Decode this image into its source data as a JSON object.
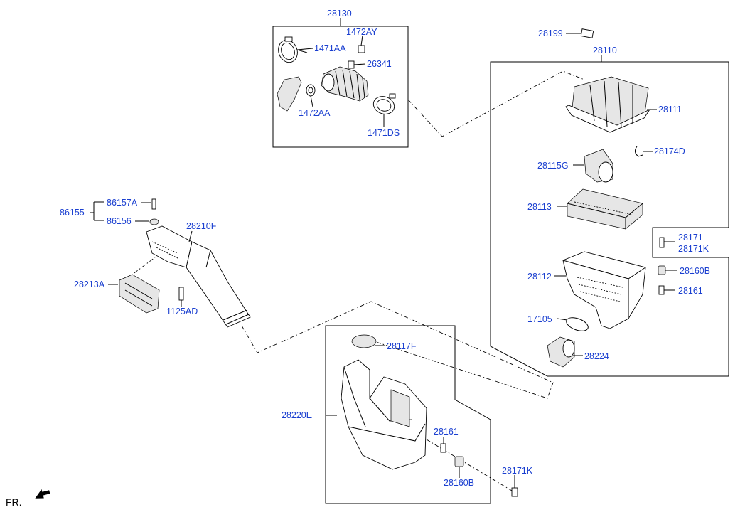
{
  "labels": {
    "l28130": "28130",
    "l1472AY": "1472AY",
    "l1471AA": "1471AA",
    "l26341": "26341",
    "l1472AA": "1472AA",
    "l1471DS": "1471DS",
    "l28199": "28199",
    "l28110": "28110",
    "l28111": "28111",
    "l28174D": "28174D",
    "l28115G": "28115G",
    "l28113": "28113",
    "l28171": "28171",
    "l28171K_a": "28171K",
    "l28112": "28112",
    "l28160B_a": "28160B",
    "l28161_a": "28161",
    "l17105": "17105",
    "l28224": "28224",
    "l86157A": "86157A",
    "l86155": "86155",
    "l86156": "86156",
    "l28210F": "28210F",
    "l28213A": "28213A",
    "l1125AD": "1125AD",
    "l28117F": "28117F",
    "l28220E": "28220E",
    "l28161_b": "28161",
    "l28160B_b": "28160B",
    "l28171K_b": "28171K"
  },
  "direction_label": "FR.",
  "colors": {
    "label": "#1a3fd0",
    "line": "#000000",
    "background": "#ffffff"
  }
}
